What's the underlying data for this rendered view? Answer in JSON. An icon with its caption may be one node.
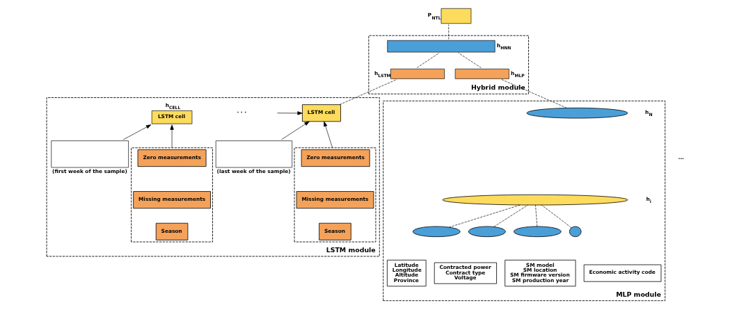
{
  "diagram": {
    "nodes": [
      {
        "text": [],
        "shape": "box",
        "beside": [
          "P$_{NTL}$"
        ]
      },
      {
        "text": [
          "Hybrid module"
        ]
      },
      {
        "text": [],
        "shape": "bar",
        "in": 1,
        "beside": [
          "h$_{HNN}$"
        ]
      },
      {
        "text": [],
        "shape": "bar",
        "in": 1,
        "beside": [
          "h$_{LSTM}$"
        ]
      },
      {
        "text": [],
        "shape": "bar",
        "in": 1,
        "beside": [
          "h$_{MLP}$"
        ]
      },
      {
        "text": [
          "LSTM module"
        ]
      },
      {
        "text": [
          "LSTM cell"
        ],
        "in": 5,
        "beside": [
          "h$_{CELL}$"
        ]
      },
      {
        "text": [
          "LSTM cell"
        ],
        "in": 5
      },
      {
        "text": [],
        "shape": "box",
        "in": 5,
        "beside": [
          "(first week of the sample)"
        ]
      },
      {
        "text": [],
        "shape": "box",
        "in": 5
      },
      {
        "text": [
          "Zero measurements"
        ],
        "in": 9
      },
      {
        "text": [
          "Missing measurements"
        ],
        "in": 9
      },
      {
        "text": [
          "Season"
        ],
        "in": 9
      },
      {
        "text": [],
        "shape": "box",
        "in": 5,
        "beside": [
          "(last week of the sample)"
        ]
      },
      {
        "text": [],
        "shape": "box",
        "in": 5
      },
      {
        "text": [
          "Zero measurements"
        ],
        "in": 14
      },
      {
        "text": [
          "Missing measurements"
        ],
        "in": 14
      },
      {
        "text": [
          "Season"
        ],
        "in": 14
      },
      {
        "text": [
          "MLP module"
        ]
      },
      {
        "text": [],
        "shape": "circle",
        "in": 18,
        "beside": [
          "h$_{N}$"
        ]
      },
      {
        "text": [],
        "shape": "circle",
        "in": 18,
        "beside": [
          "h$_{i}$"
        ]
      },
      {
        "text": [],
        "shape": "circle",
        "in": 18
      },
      {
        "text": [],
        "shape": "circle",
        "in": 18
      },
      {
        "text": [],
        "shape": "circle",
        "in": 18
      },
      {
        "text": [],
        "shape": "circle",
        "in": 18
      },
      {
        "text": [
          "Latitude",
          "Longitude",
          "Altitude",
          "Province"
        ],
        "in": 18
      },
      {
        "text": [
          "Contracted power",
          "Contract type",
          "Voltage"
        ],
        "in": 18
      },
      {
        "text": [
          "SM model",
          "SM location",
          "SM firmware version",
          "SM production year"
        ],
        "in": 18
      },
      {
        "text": [
          "Economic activity code"
        ],
        "in": 18
      }
    ],
    "edges": [
      {
        "from": 2,
        "to": 0,
        "arrow": "none",
        "style": "dashed"
      },
      {
        "from": 3,
        "to": 2,
        "arrow": "none",
        "style": "dashed"
      },
      {
        "from": 4,
        "to": 2,
        "arrow": "none",
        "style": "dashed"
      },
      {
        "from": 7,
        "to": 3,
        "arrow": "none",
        "style": "dashed"
      },
      {
        "from": 19,
        "to": 4,
        "arrow": "none",
        "style": "dashed"
      },
      {
        "from": 8,
        "to": 6,
        "arrow": "to"
      },
      {
        "from": 9,
        "to": 6,
        "arrow": "to"
      },
      {
        "from": null,
        "to": 7,
        "arrow": "to"
      },
      {
        "from": 13,
        "to": 7,
        "arrow": "to"
      },
      {
        "from": 14,
        "to": 7,
        "arrow": "to"
      },
      {
        "from": 21,
        "to": 20,
        "arrow": "none",
        "style": "dashed"
      },
      {
        "from": 22,
        "to": 20,
        "arrow": "none",
        "style": "dashed"
      },
      {
        "from": 23,
        "to": 20,
        "arrow": "none",
        "style": "dashed"
      },
      {
        "from": 24,
        "to": 20,
        "arrow": "none",
        "style": "dashed"
      }
    ],
    "labels": [
      "· · ·",
      "..."
    ]
  }
}
